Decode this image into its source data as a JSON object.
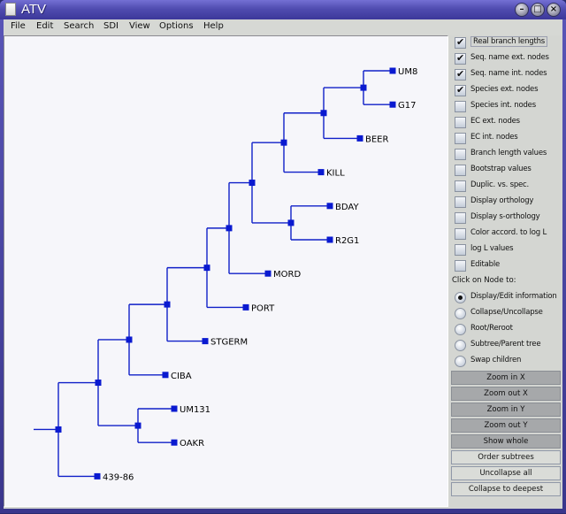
{
  "window": {
    "title": "ATV",
    "controls": {
      "minimize": "–",
      "maximize": "□",
      "close": "×"
    }
  },
  "menubar": {
    "items": [
      "File",
      "Edit",
      "Search",
      "SDI",
      "View",
      "Options",
      "Help"
    ]
  },
  "tree": {
    "line_color": "#1020c8",
    "node_color": "#0a1ad0",
    "leaves": [
      "UM8",
      "G17",
      "BEER",
      "KILL",
      "BDAY",
      "R2G1",
      "MORD",
      "PORT",
      "STGERM",
      "CIBA",
      "UM131",
      "OAKR",
      "439-86"
    ],
    "newick": "((((((((((UM8,G17),BEER),KILL),(BDAY,R2G1)),MORD),PORT),STGERM),CIBA),(UM131,OAKR)),439-86)"
  },
  "panel": {
    "checkboxes": [
      {
        "label": "Real branch lengths",
        "checked": true,
        "focused": true
      },
      {
        "label": "Seq. name ext. nodes",
        "checked": true
      },
      {
        "label": "Seq. name int. nodes",
        "checked": true
      },
      {
        "label": "Species ext. nodes",
        "checked": true
      },
      {
        "label": "Species int. nodes",
        "checked": false
      },
      {
        "label": "EC ext. nodes",
        "checked": false
      },
      {
        "label": "EC int. nodes",
        "checked": false
      },
      {
        "label": "Branch length values",
        "checked": false
      },
      {
        "label": "Bootstrap values",
        "checked": false
      },
      {
        "label": "Duplic. vs. spec.",
        "checked": false
      },
      {
        "label": "Display orthology",
        "checked": false
      },
      {
        "label": "Display s-orthology",
        "checked": false
      },
      {
        "label": "Color accord. to log L",
        "checked": false
      },
      {
        "label": "log L values",
        "checked": false
      },
      {
        "label": "Editable",
        "checked": false
      }
    ],
    "click_on_node_label": "Click on Node to:",
    "radios": [
      {
        "label": "Display/Edit information",
        "selected": true
      },
      {
        "label": "Collapse/Uncollapse",
        "selected": false
      },
      {
        "label": "Root/Reroot",
        "selected": false
      },
      {
        "label": "Subtree/Parent tree",
        "selected": false
      },
      {
        "label": "Swap children",
        "selected": false
      }
    ],
    "zoom_buttons": [
      "Zoom in X",
      "Zoom out X",
      "Zoom in Y",
      "Zoom out Y",
      "Show whole"
    ],
    "action_buttons": [
      "Order subtrees",
      "Uncollapse all",
      "Collapse to deepest"
    ]
  }
}
